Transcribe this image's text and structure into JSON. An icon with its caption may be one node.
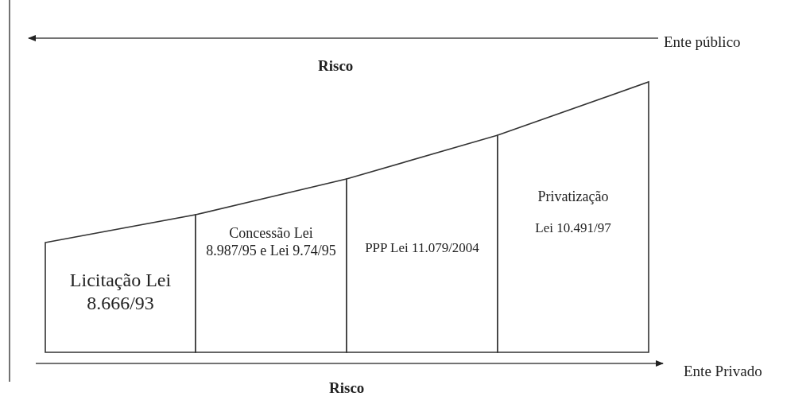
{
  "diagram": {
    "nodes": [
      {
        "text": [
          "Licitação Lei 8.666/93"
        ]
      },
      {
        "text": [
          "Concessão Lei 8.987/95 e Lei 9.74/95"
        ]
      },
      {
        "text": [
          "PPP Lei 11.079/2004"
        ]
      },
      {
        "text": [
          "Privatização",
          "Lei 10.491/97"
        ]
      }
    ],
    "edges": [],
    "labels": [
      "Ente público",
      "Risco",
      "Ente Privado",
      "Risco"
    ]
  }
}
